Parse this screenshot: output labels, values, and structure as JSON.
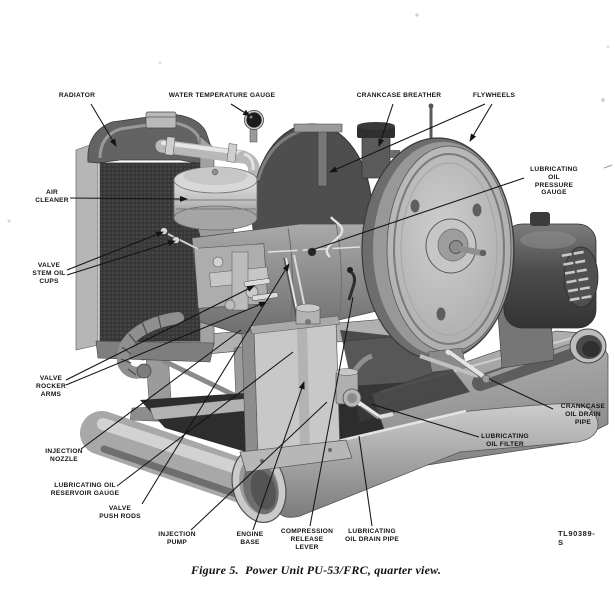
{
  "figure": {
    "caption": "Figure 5.  Power Unit PU-53/FRC, quarter view.",
    "drawing_number": "TL90389-S"
  },
  "style": {
    "ink": "#1a1a1a",
    "paper": "#ffffff"
  },
  "callouts": [
    {
      "id": "radiator",
      "text": "RADIATOR"
    },
    {
      "id": "water-temperature-gauge",
      "text": "WATER TEMPERATURE GAUGE"
    },
    {
      "id": "crankcase-breather",
      "text": "CRANKCASE BREATHER"
    },
    {
      "id": "flywheels",
      "text": "FLYWHEELS"
    },
    {
      "id": "lubricating-oil-pressure-gauge",
      "text": "LUBRICATING OIL\nPRESSURE GAUGE"
    },
    {
      "id": "air-cleaner",
      "text": "AIR\nCLEANER"
    },
    {
      "id": "valve-stem-oil-cups",
      "text": "VALVE\nSTEM OIL\nCUPS"
    },
    {
      "id": "valve-rocker-arms",
      "text": "VALVE\nROCKER\nARMS"
    },
    {
      "id": "injection-nozzle",
      "text": "INJECTION\nNOZZLE"
    },
    {
      "id": "lubricating-oil-reservoir-gauge",
      "text": "LUBRICATING OIL\nRESERVOIR GAUGE"
    },
    {
      "id": "valve-push-rods",
      "text": "VALVE\nPUSH RODS"
    },
    {
      "id": "injection-pump",
      "text": "INJECTION\nPUMP"
    },
    {
      "id": "engine-base",
      "text": "ENGINE\nBASE"
    },
    {
      "id": "compression-release-lever",
      "text": "COMPRESSION\nRELEASE\nLEVER"
    },
    {
      "id": "lubricating-oil-drain-pipe",
      "text": "LUBRICATING\nOIL DRAIN PIPE"
    },
    {
      "id": "crankcase-oil-drain-pipe",
      "text": "CRANKCASE\nOIL DRAIN PIPE"
    },
    {
      "id": "lubricating-oil-filter",
      "text": "LUBRICATING\nOIL FILTER"
    }
  ]
}
